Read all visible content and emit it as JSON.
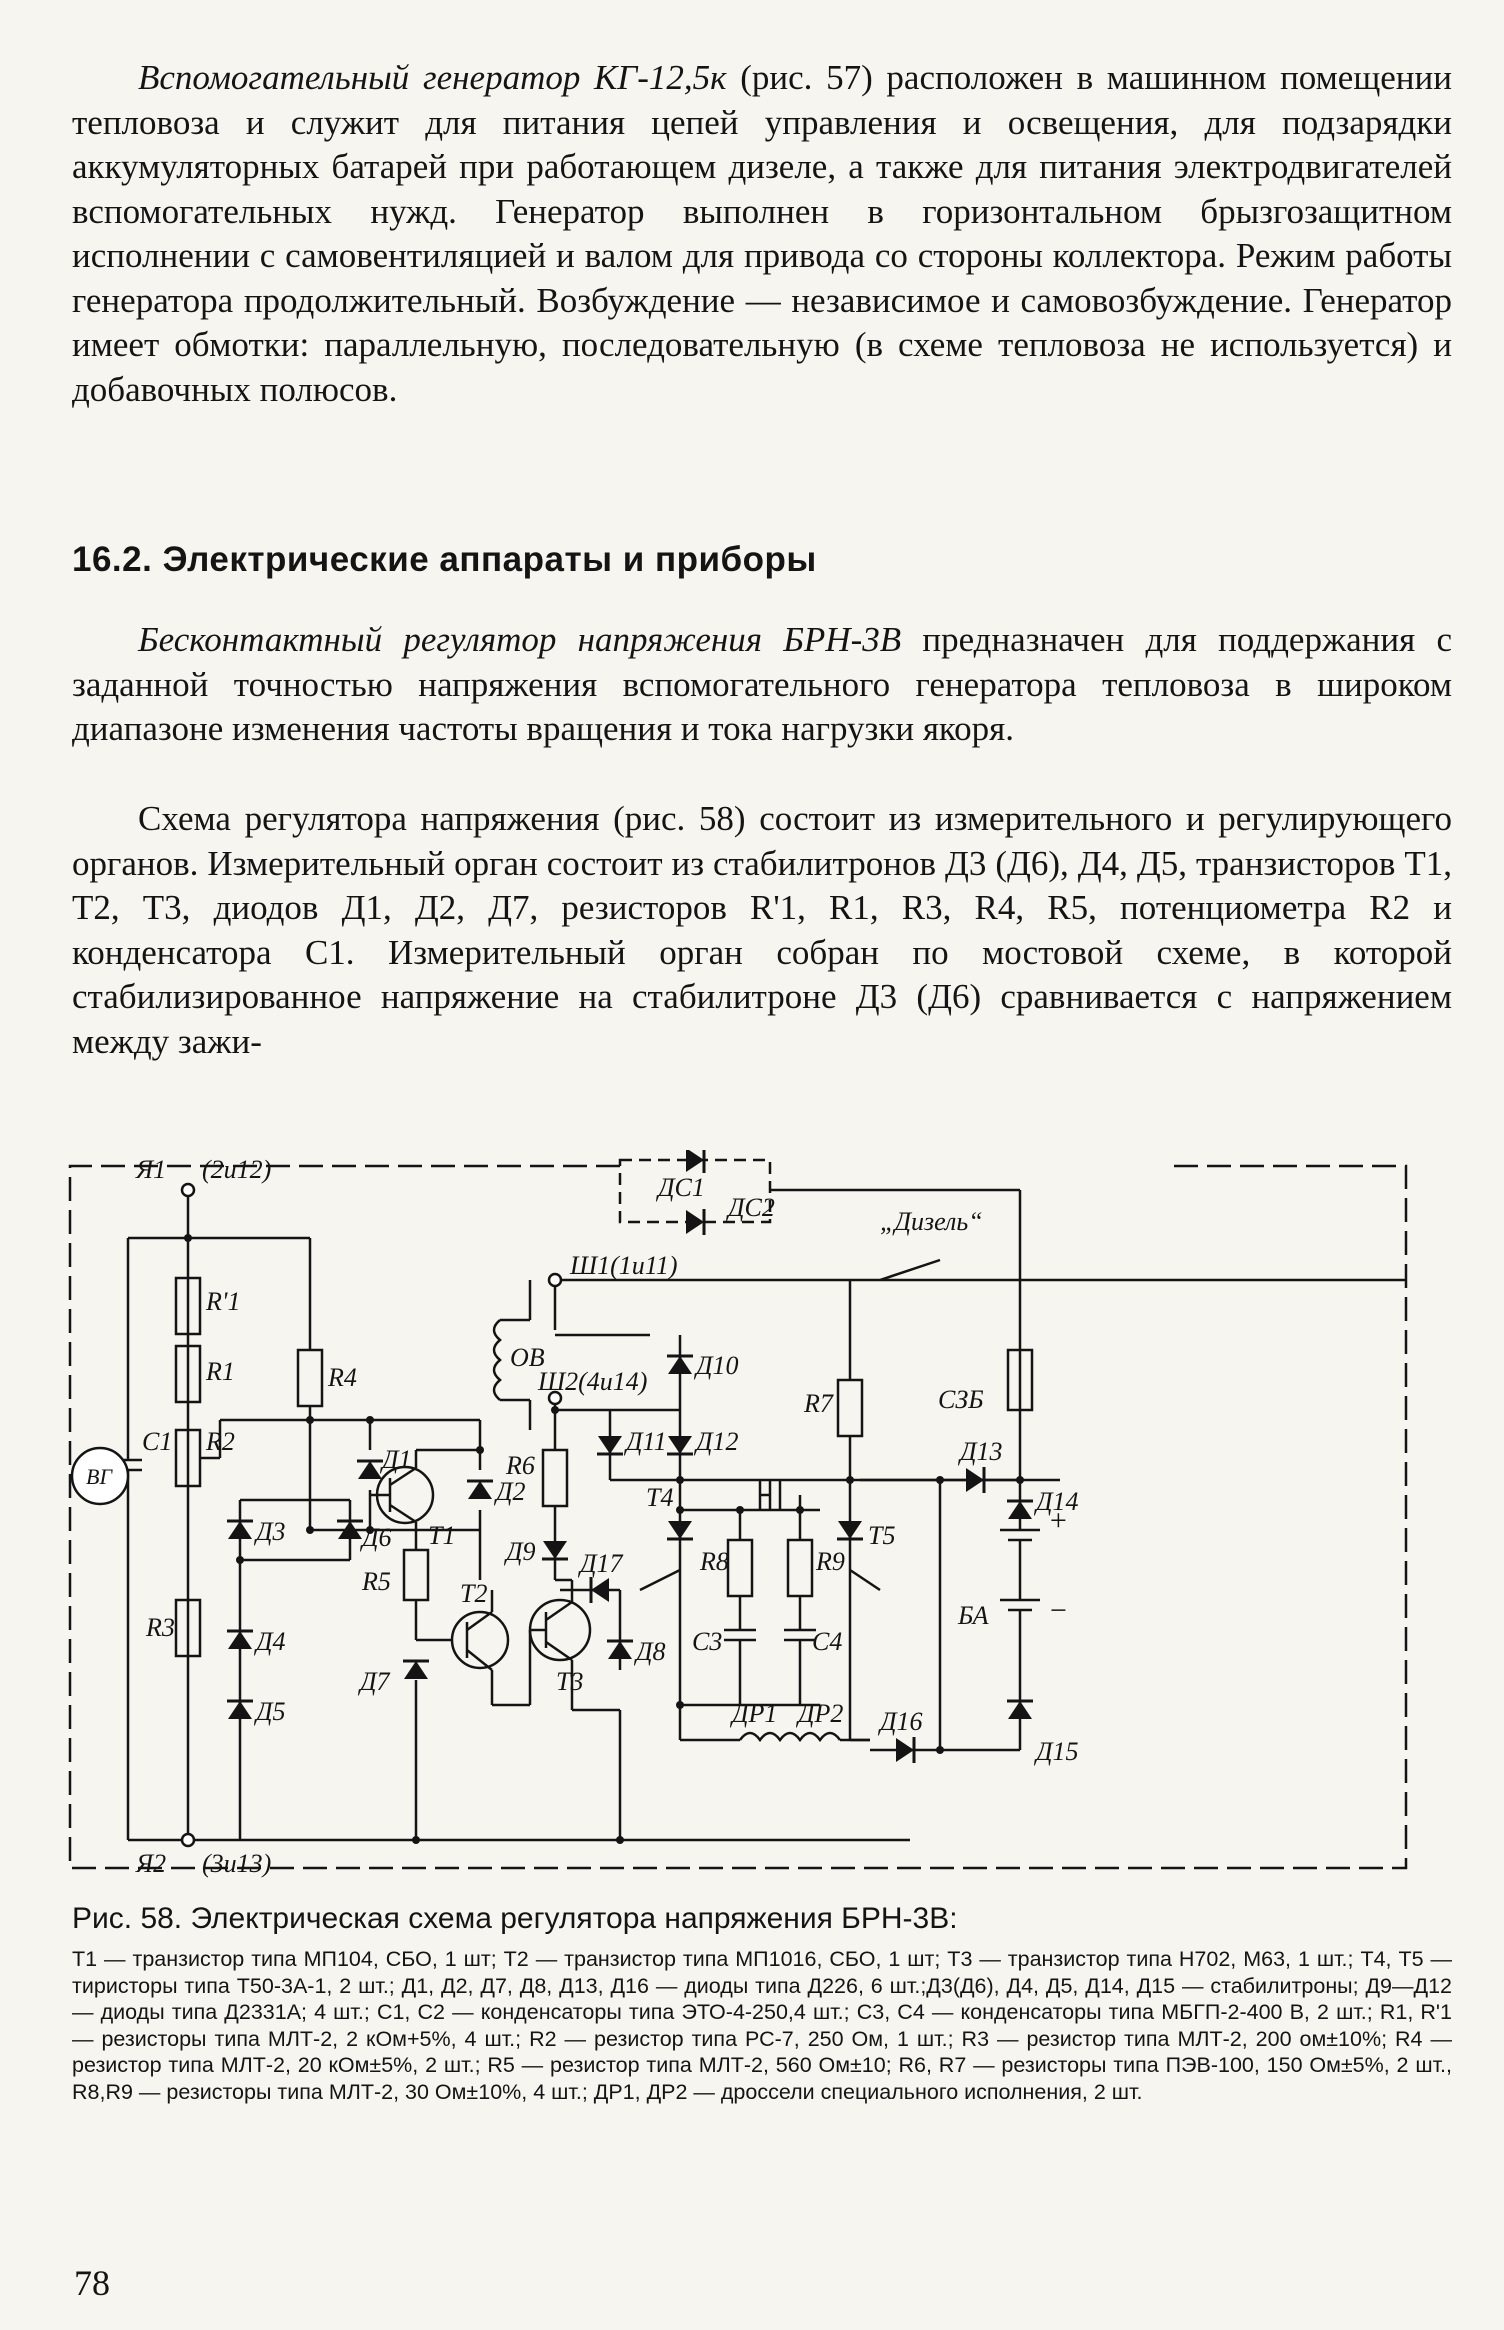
{
  "paragraph1": {
    "italic_lead": "Вспомогательный генератор КГ-12,5к",
    "text": " (рис. 57) расположен в машинном помещении тепловоза и служит для питания цепей управления и освещения, для подзарядки аккумуляторных батарей при работающем дизеле, а также для питания электродвигателей вспомогательных нужд. Генератор выполнен в горизонтальном брызгозащитном исполнении с самовентиляцией и валом для привода со стороны коллектора. Режим работы генератора продолжительный. Возбуждение — независимое и самовозбуждение. Генератор имеет обмотки: параллельную, последовательную (в схеме тепловоза не используется) и добавочных полюсов."
  },
  "section_heading": "16.2. Электрические аппараты и приборы",
  "paragraph2": {
    "italic_lead": "Бесконтактный регулятор напряжения БРН-3В",
    "text": " предназначен для поддержания с заданной точностью напряжения вспомогательного генератора тепловоза в широком диапазоне изменения частоты вращения и тока нагрузки якоря."
  },
  "paragraph3": {
    "text": "Схема регулятора напряжения (рис. 58) состоит из измерительного и регулирующего органов. Измерительный орган состоит из стабилитронов Д3 (Д6), Д4, Д5, транзисторов Т1, Т2, Т3, диодов Д1, Д2, Д7, резисторов R'1, R1, R3, R4, R5, потенциометра R2 и конденсатора С1. Измерительный орган собран по мостовой схеме, в которой стабилизированное напряжение на стабилитроне Д3 (Д6) сравнивается с напряжением между зажи-"
  },
  "figure": {
    "labels": {
      "ya1": "Я1",
      "ya1_terminal": "(2и12)",
      "ya2": "Я2",
      "ya2_terminal": "(3и13)",
      "generator": "ВГ",
      "c1": "С1",
      "r_prime1": "R'1",
      "r1": "R1",
      "r2": "R2",
      "r3": "R3",
      "r4": "R4",
      "r5": "R5",
      "r6": "R6",
      "r7": "R7",
      "r8": "R8",
      "r9": "R9",
      "d1": "Д1",
      "d2": "Д2",
      "d3": "Д3",
      "d4": "Д4",
      "d5": "Д5",
      "d6": "Д6",
      "d7": "Д7",
      "d8": "Д8",
      "d9": "Д9",
      "d10": "Д10",
      "d11": "Д11",
      "d12": "Д12",
      "d13": "Д13",
      "d14": "Д14",
      "d15": "Д15",
      "d16": "Д16",
      "d17": "Д17",
      "t1": "Т1",
      "t2": "Т2",
      "t3": "Т3",
      "t4": "Т4",
      "t5": "Т5",
      "c3": "С3",
      "c4": "С4",
      "dr1": "ДР1",
      "dr2": "ДР2",
      "ds1": "ДС1",
      "ds2": "ДС2",
      "ov": "ОВ",
      "sh1": "Ш1(1и11)",
      "sh2": "Ш2(4и14)",
      "diesel": "„Дизель“",
      "szb": "СЗБ",
      "ba": "БА",
      "plus": "+",
      "minus": "−"
    }
  },
  "caption": {
    "title": "Рис. 58. Электрическая схема регулятора напряжения БРН-3В:",
    "body": "Т1 — транзистор типа МП104, СБО, 1 шт; Т2 — транзистор типа МП1016, СБО, 1 шт; Т3 — транзистор типа Н702, М63, 1 шт.; Т4, Т5 — тиристоры типа Т50-3А-1, 2 шт.; Д1, Д2, Д7, Д8, Д13, Д16 — диоды типа Д226, 6 шт.;Д3(Д6), Д4, Д5, Д14, Д15 — стабилитроны; Д9—Д12 — диоды типа Д2331А; 4 шт.; С1, С2 — конденсаторы типа ЭТО-4-250,4 шт.; С3, С4 — конденсаторы типа МБГП-2-400 В, 2 шт.; R1, R'1 — резисторы типа МЛТ-2, 2 кОм+5%, 4 шт.; R2 — резистор типа РС-7, 250 Ом, 1 шт.; R3 — резистор типа МЛТ-2, 200 ом±10%; R4 — резистор типа МЛТ-2, 20 кОм±5%, 2 шт.; R5 — резистор типа МЛТ-2, 560 Ом±10; R6, R7 — резисторы типа ПЭВ-100, 150 Ом±5%, 2 шт., R8,R9 — резисторы типа МЛТ-2, 30 Ом±10%, 4 шт.; ДР1, ДР2 — дроссели специального исполнения, 2 шт."
  },
  "page_number": "78"
}
